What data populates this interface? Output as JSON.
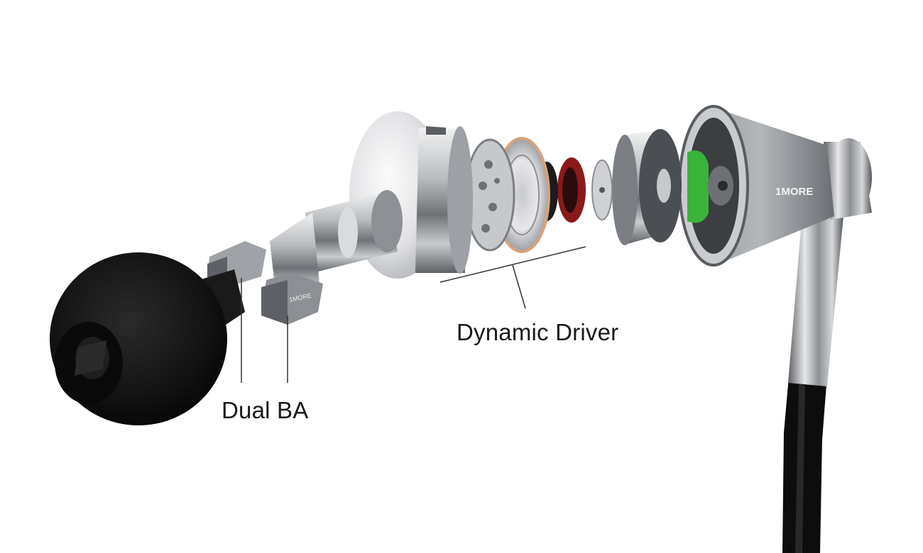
{
  "image": {
    "brand_mark": "1MORE",
    "colors": {
      "background": "#ffffff",
      "ear_tip": "#141414",
      "metal": "#a9acaf",
      "copper_ring": "#d9a27b",
      "red_ring": "#8a1a1a",
      "green_gasket": "#39b33a",
      "cable": "#0d0d0d"
    }
  },
  "callouts": {
    "dynamic_driver": "Dynamic Driver",
    "dual_ba": "Dual BA"
  }
}
